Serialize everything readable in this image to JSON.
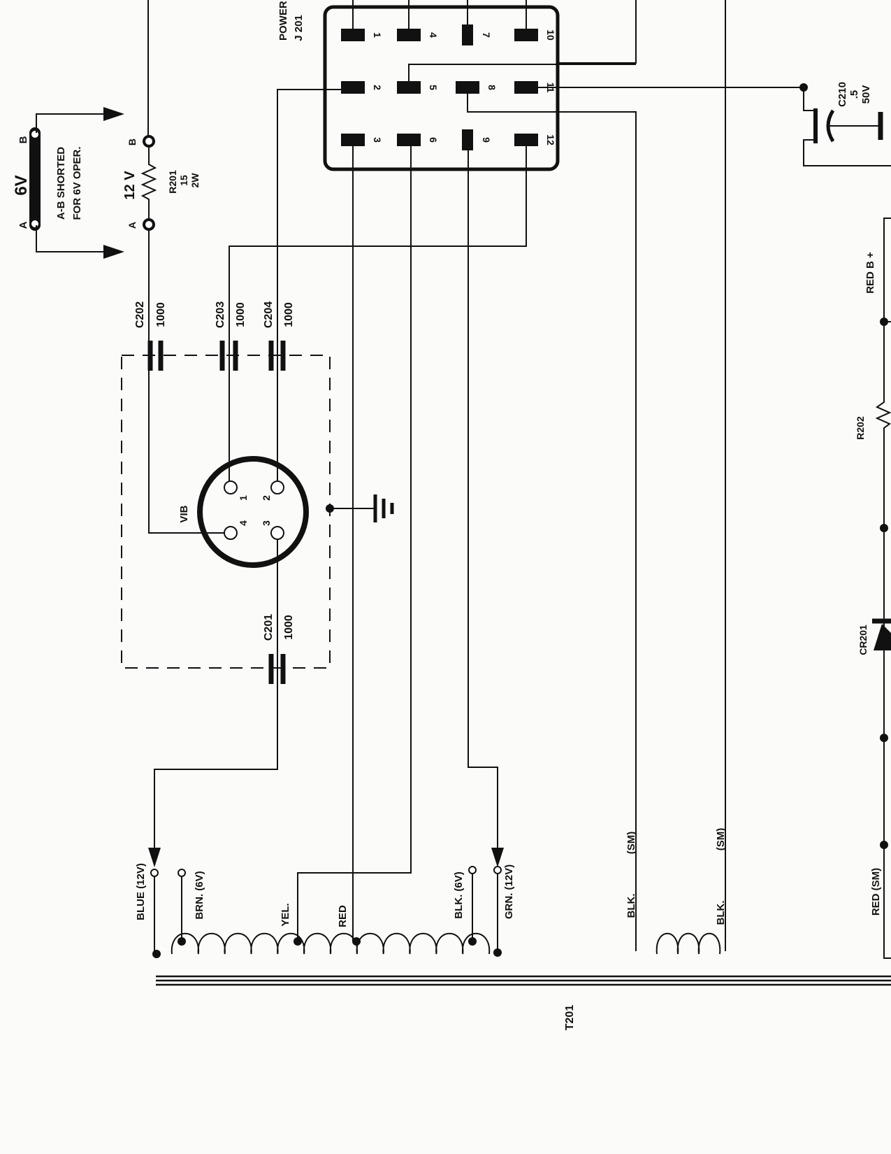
{
  "title_fragment": "POWER INP",
  "connector": {
    "ref": "J 201",
    "pins": [
      "1",
      "2",
      "3",
      "4",
      "5",
      "6",
      "7",
      "8",
      "9",
      "10",
      "11",
      "12"
    ]
  },
  "jumper": {
    "voltage": "6V",
    "end_a": "A",
    "end_b": "B",
    "note_line1": "A-B SHORTED",
    "note_line2": "FOR 6V OPER."
  },
  "r201": {
    "mode": "12 V",
    "end_a": "A",
    "end_b": "B",
    "ref": "R201",
    "value": "15",
    "rating": "2W"
  },
  "capacitors": [
    {
      "ref": "C202",
      "value": "1000"
    },
    {
      "ref": "C203",
      "value": "1000"
    },
    {
      "ref": "C204",
      "value": "1000"
    },
    {
      "ref": "C201",
      "value": "1000"
    },
    {
      "ref": "C210",
      "value": ".5",
      "rating": "50V"
    }
  ],
  "vibrator": {
    "ref": "VIB",
    "pins": [
      "1",
      "2",
      "3",
      "4"
    ]
  },
  "transformer": {
    "ref": "T201",
    "primary_leads": [
      "BLUE (12V)",
      "BRN. (6V)",
      "YEL.",
      "RED",
      "BLK. (6V)",
      "GRN. (12V)"
    ],
    "secondary_leads": [
      "BLK.",
      "(SM)",
      "BLK.",
      "(SM)",
      "RED (SM)"
    ]
  },
  "right_side": {
    "b_plus": "RED B +",
    "r202": "R202",
    "cr201": "CR201"
  }
}
